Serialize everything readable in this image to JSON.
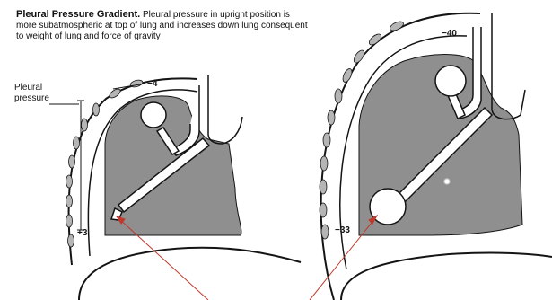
{
  "caption": {
    "title": "Pleural Pressure Gradient.",
    "body": "Pleural pressure in upright position is more subatmospheric at top of lung and increases down lung consequent to weight of lung and force of gravity"
  },
  "left_diagram": {
    "pleural_label_line1": "Pleural",
    "pleural_label_line2": "pressure",
    "top_value": "−4",
    "bottom_value": "+3"
  },
  "right_diagram": {
    "top_value": "−40",
    "bottom_value": "−33"
  },
  "colors": {
    "lung_fill": "#8f8f8f",
    "outline": "#141414",
    "rib": "#b5b5b5",
    "arrow": "#c0392b"
  }
}
